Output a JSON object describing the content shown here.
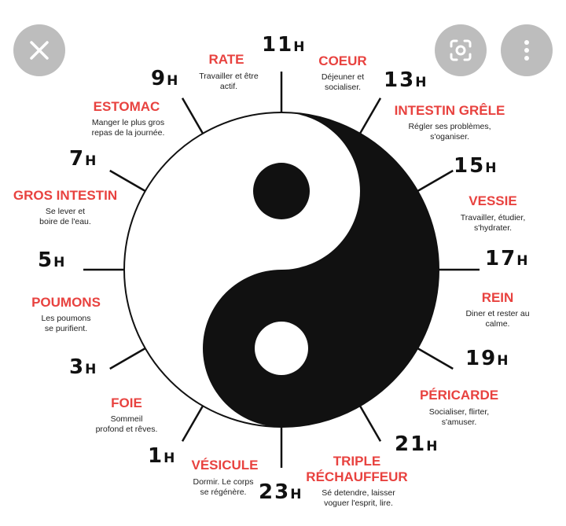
{
  "colors": {
    "accent": "#e8423f",
    "ink": "#111111",
    "button": "#bdbdbd"
  },
  "toolbar": {
    "close_icon": "close-icon",
    "lens_icon": "lens-search-icon",
    "more_icon": "more-vert-icon"
  },
  "hours": [
    {
      "num": "11",
      "h": "H"
    },
    {
      "num": "13",
      "h": "H"
    },
    {
      "num": "15",
      "h": "H"
    },
    {
      "num": "17",
      "h": "H"
    },
    {
      "num": "19",
      "h": "H"
    },
    {
      "num": "21",
      "h": "H"
    },
    {
      "num": "23",
      "h": "H"
    },
    {
      "num": "1",
      "h": "H"
    },
    {
      "num": "3",
      "h": "H"
    },
    {
      "num": "5",
      "h": "H"
    },
    {
      "num": "7",
      "h": "H"
    },
    {
      "num": "9",
      "h": "H"
    }
  ],
  "organs": [
    {
      "name": "RATE",
      "lines": [
        "Travailler et être",
        "actif."
      ]
    },
    {
      "name": "COEUR",
      "lines": [
        "Déjeuner et",
        "socialiser."
      ]
    },
    {
      "name": "INTESTIN GRÊLE",
      "lines": [
        "Régler ses problèmes,",
        "s'oganiser."
      ]
    },
    {
      "name": "VESSIE",
      "lines": [
        "Travailler, étudier,",
        "s'hydrater."
      ]
    },
    {
      "name": "REIN",
      "lines": [
        "Diner et rester au",
        "calme."
      ]
    },
    {
      "name": "PÉRICARDE",
      "lines": [
        "Socialiser, flirter,",
        "s'amuser."
      ]
    },
    {
      "name": "TRIPLE",
      "name2": "RÉCHAUFFEUR",
      "lines": [
        "Sé detendre, laisser",
        "voguer l'esprit, lire."
      ]
    },
    {
      "name": "VÉSICULE",
      "lines": [
        "Dormir. Le corps",
        "se régénère."
      ]
    },
    {
      "name": "FOIE",
      "lines": [
        "Sommeil",
        "profond et rêves."
      ]
    },
    {
      "name": "POUMONS",
      "lines": [
        "Les poumons",
        "se purifient."
      ]
    },
    {
      "name": "GROS INTESTIN",
      "lines": [
        "Se lever et",
        "boire de l'eau."
      ]
    },
    {
      "name": "ESTOMAC",
      "lines": [
        "Manger le plus gros",
        "repas de la journée."
      ]
    }
  ]
}
